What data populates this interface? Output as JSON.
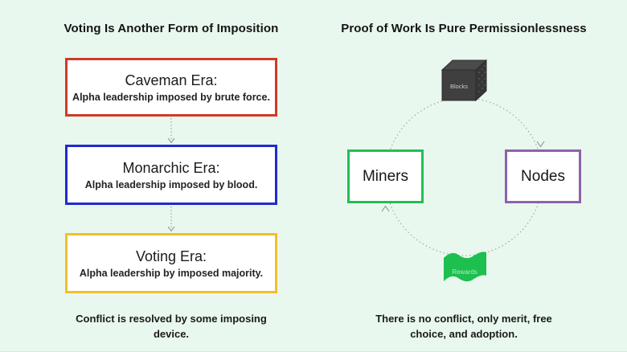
{
  "colors": {
    "background": "#e9f8ee",
    "text": "#151515",
    "connector_gray": "#9e9e9e",
    "caveman_border": "#cf3a28",
    "monarchic_border": "#1f2ad1",
    "voting_border": "#f2bf2b",
    "miners_border": "#20bf55",
    "nodes_border": "#8e62ab",
    "flag_green": "#1dbf4f",
    "cube_front_gray": "#3f3f3f",
    "cube_top_gray": "#4b4b4b",
    "cube_side_gray": "#363636"
  },
  "left_panel": {
    "title": "Voting Is Another Form of Imposition",
    "boxes": [
      {
        "title": "Caveman Era:",
        "subtitle": "Alpha leadership imposed  by brute force."
      },
      {
        "title": "Monarchic Era:",
        "subtitle": "Alpha leadership imposed by blood."
      },
      {
        "title": "Voting Era:",
        "subtitle": "Alpha leadership by imposed majority."
      }
    ],
    "caption": "Conflict is resolved by some imposing device."
  },
  "right_panel": {
    "title": "Proof of Work Is Pure Permissionlessness",
    "cube_label": "Blocks",
    "miners_label": "Miners",
    "nodes_label": "Nodes",
    "flag_label": "Rewards",
    "caption": "There is no conflict, only merit, free choice, and adoption."
  }
}
